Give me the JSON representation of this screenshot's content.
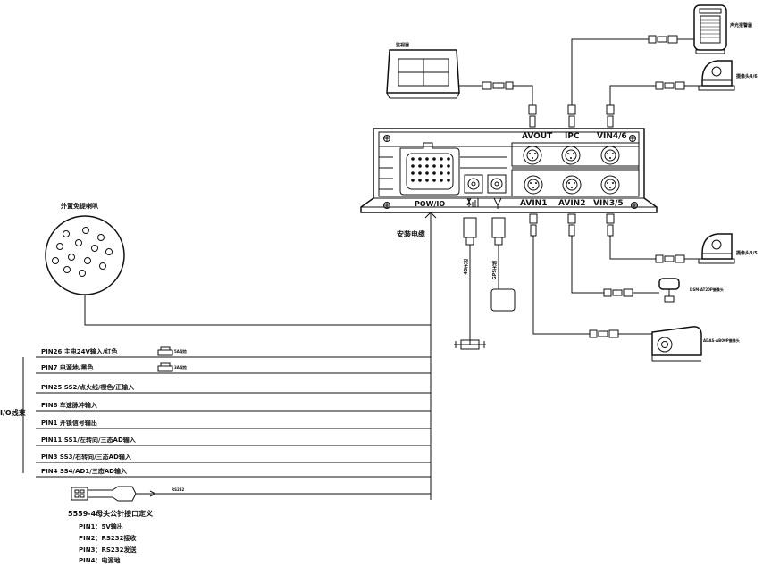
{
  "device": {
    "ports_top": [
      "AVOUT",
      "IPC",
      "VIN4/6"
    ],
    "ports_bottom": [
      "AVIN1",
      "AVIN2",
      "VIN3/5"
    ],
    "power_label": "POW/IO",
    "install_label": "安装电缆"
  },
  "peripherals": {
    "monitor": "监视器",
    "speaker": "声光报警器",
    "camera_top": "摄像头4/6",
    "camera_right": "摄像头3/5",
    "camera_dsm": "DSM-AT20P摄像头",
    "camera_adas": "ADAS-AB00P摄像头",
    "external_speaker": "外置免提喇叭",
    "antenna_4g": "4G天线",
    "antenna_gps": "GPS天线"
  },
  "io_cable": {
    "label": "I/O线束",
    "pins": [
      "PIN26 主电24V输入/红色",
      "PIN7 电源地/黑色",
      "PIN25 SS2/点火线/橙色/正输入",
      "PIN8 车速脉冲输入",
      "PIN1 开锁信号输出",
      "PIN11 SS1/左转向/三态AD输入",
      "PIN3 SS3/右转向/三态AD输入",
      "PIN4 SS4/AD1/三态AD输入"
    ],
    "fuse1": "5A保险",
    "fuse2": "3A保险",
    "rs232": "RS232"
  },
  "connector": {
    "title": "5559-4母头公针接口定义",
    "pins": [
      "PIN1：5V输出",
      "PIN2：RS232接收",
      "PIN3：RS232发送",
      "PIN4：电源地"
    ]
  }
}
